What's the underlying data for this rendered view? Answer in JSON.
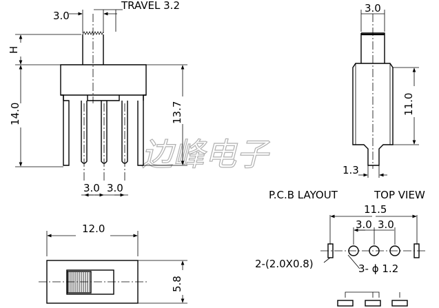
{
  "side_view": {
    "dim_width": "3.0",
    "dim_travel": "TRAVEL 3.2",
    "dim_h": "H",
    "dim_height": "14.0",
    "dim_body": "13.7",
    "pin_spacing_1": "3.0",
    "pin_spacing_2": "3.0"
  },
  "front_view": {
    "dim_actuator": "3.0",
    "dim_height": "11.0",
    "dim_pin": "1.3"
  },
  "labels": {
    "pcb_layout": "P.C.B LAYOUT",
    "top_view": "TOP VIEW"
  },
  "pcb": {
    "dim_total": "11.5",
    "pitch_1": "3.0",
    "pitch_2": "3.0",
    "slot_note": "2-(2.0X0.8)",
    "hole_note": "3- ϕ 1.2"
  },
  "top_view": {
    "dim_length": "12.0",
    "dim_width": "5.8"
  },
  "watermark": "边峰电子"
}
